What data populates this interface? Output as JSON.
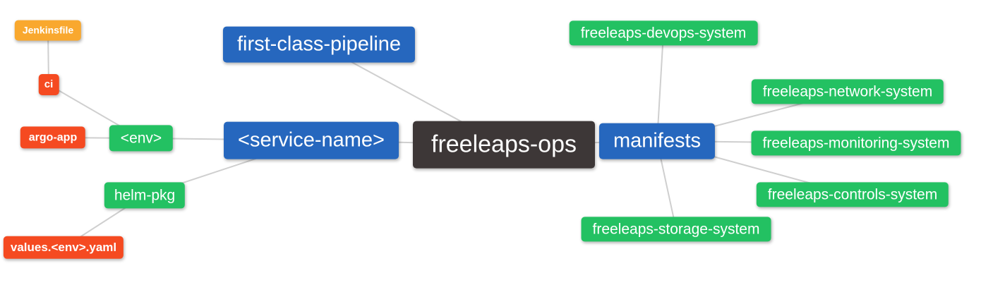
{
  "nodes": {
    "freeleaps_ops": {
      "label": "freeleaps-ops",
      "color": "#3d3737",
      "role": "root"
    },
    "first_class_pipeline": {
      "label": "first-class-pipeline",
      "color": "#2667be",
      "role": "branch"
    },
    "service_name": {
      "label": "<service-name>",
      "color": "#2667be",
      "role": "branch"
    },
    "manifests": {
      "label": "manifests",
      "color": "#2667be",
      "role": "branch"
    },
    "env": {
      "label": "<env>",
      "color": "#23c162",
      "role": "sub"
    },
    "helm_pkg": {
      "label": "helm-pkg",
      "color": "#23c162",
      "role": "sub"
    },
    "ci": {
      "label": "ci",
      "color": "#f54a21",
      "role": "leaf"
    },
    "jenkinsfile": {
      "label": "Jenkinsfile",
      "color": "#f9a82e",
      "role": "leaf"
    },
    "argo_app": {
      "label": "argo-app",
      "color": "#f54a21",
      "role": "leaf"
    },
    "values_env_yaml": {
      "label": "values.<env>.yaml",
      "color": "#f54a21",
      "role": "leaf"
    },
    "devops_system": {
      "label": "freeleaps-devops-system",
      "color": "#23c162",
      "role": "sub"
    },
    "network_system": {
      "label": "freeleaps-network-system",
      "color": "#23c162",
      "role": "sub"
    },
    "monitoring_system": {
      "label": "freeleaps-monitoring-system",
      "color": "#23c162",
      "role": "sub"
    },
    "controls_system": {
      "label": "freeleaps-controls-system",
      "color": "#23c162",
      "role": "sub"
    },
    "storage_system": {
      "label": "freeleaps-storage-system",
      "color": "#23c162",
      "role": "sub"
    }
  },
  "edges": [
    [
      "jenkinsfile",
      "ci"
    ],
    [
      "ci",
      "env"
    ],
    [
      "argo_app",
      "env"
    ],
    [
      "env",
      "service_name"
    ],
    [
      "helm_pkg",
      "service_name"
    ],
    [
      "values_env_yaml",
      "helm_pkg"
    ],
    [
      "first_class_pipeline",
      "freeleaps_ops"
    ],
    [
      "service_name",
      "freeleaps_ops"
    ],
    [
      "freeleaps_ops",
      "manifests"
    ],
    [
      "manifests",
      "devops_system"
    ],
    [
      "manifests",
      "network_system"
    ],
    [
      "manifests",
      "monitoring_system"
    ],
    [
      "manifests",
      "controls_system"
    ],
    [
      "manifests",
      "storage_system"
    ]
  ],
  "colors": {
    "background": "#ffffff",
    "edge": "#cfcfcf",
    "text": "#ffffff",
    "blue": "#2667be",
    "green": "#23c162",
    "red": "#f54a21",
    "amber": "#f9a82e",
    "dark": "#3d3737"
  }
}
